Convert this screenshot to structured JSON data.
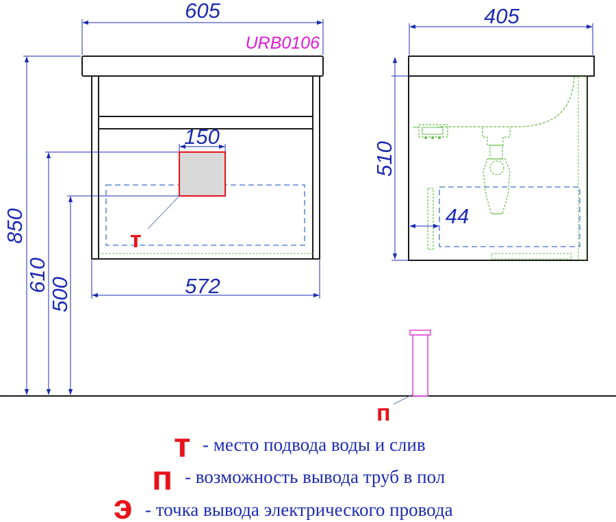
{
  "drawing": {
    "sku": "URB0106",
    "colors": {
      "dimension": "#1c2bb4",
      "sku": "#e01ad6",
      "marker": "#e8121b",
      "outline": "#1a1a1a",
      "plumbing": "#66bb44",
      "pipe": "#e040d8",
      "panel": "#d9d9d9"
    },
    "dimensions": {
      "top_width": "605",
      "side_depth": "405",
      "cabinet_width": "572",
      "panel_width": "150",
      "total_height": "850",
      "height_610": "610",
      "height_500": "500",
      "side_height": "510",
      "offset_44": "44"
    },
    "markers": {
      "front_t": "т",
      "floor_p": "п"
    }
  },
  "legend": [
    {
      "marker": "т",
      "text": "- место подвода воды и слив"
    },
    {
      "marker": "п",
      "text": "- возможность вывода труб в пол"
    },
    {
      "marker": "э",
      "text": "-  точка вывода электрического провода"
    }
  ]
}
